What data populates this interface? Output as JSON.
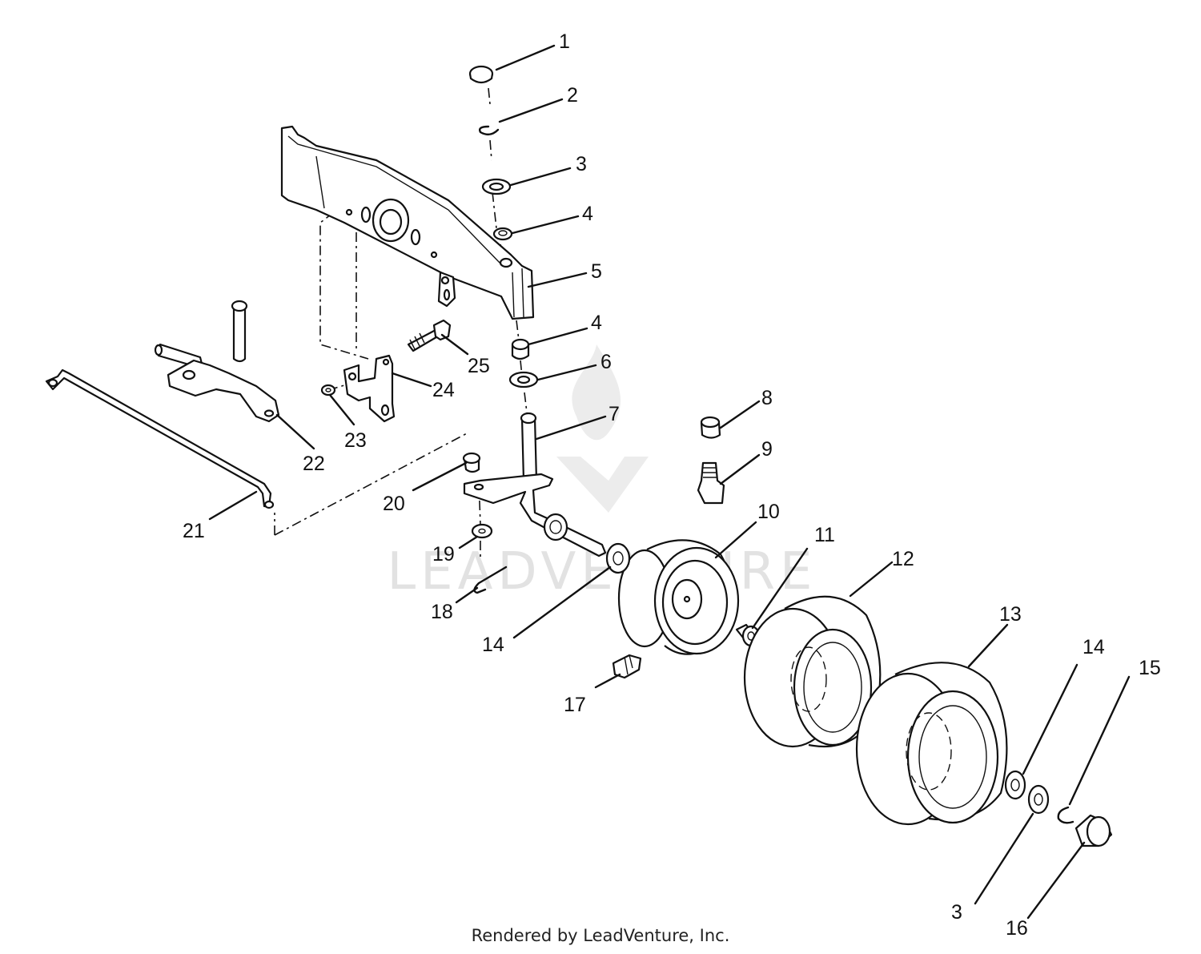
{
  "watermark": "LEADVENTURE",
  "footer": "Rendered by LeadVenture, Inc.",
  "callouts": [
    "1",
    "2",
    "3",
    "4",
    "5",
    "4",
    "6",
    "7",
    "8",
    "9",
    "10",
    "11",
    "12",
    "13",
    "14",
    "15",
    "3",
    "16",
    "17",
    "18",
    "19",
    "20",
    "21",
    "22",
    "23",
    "24",
    "25",
    "14"
  ]
}
